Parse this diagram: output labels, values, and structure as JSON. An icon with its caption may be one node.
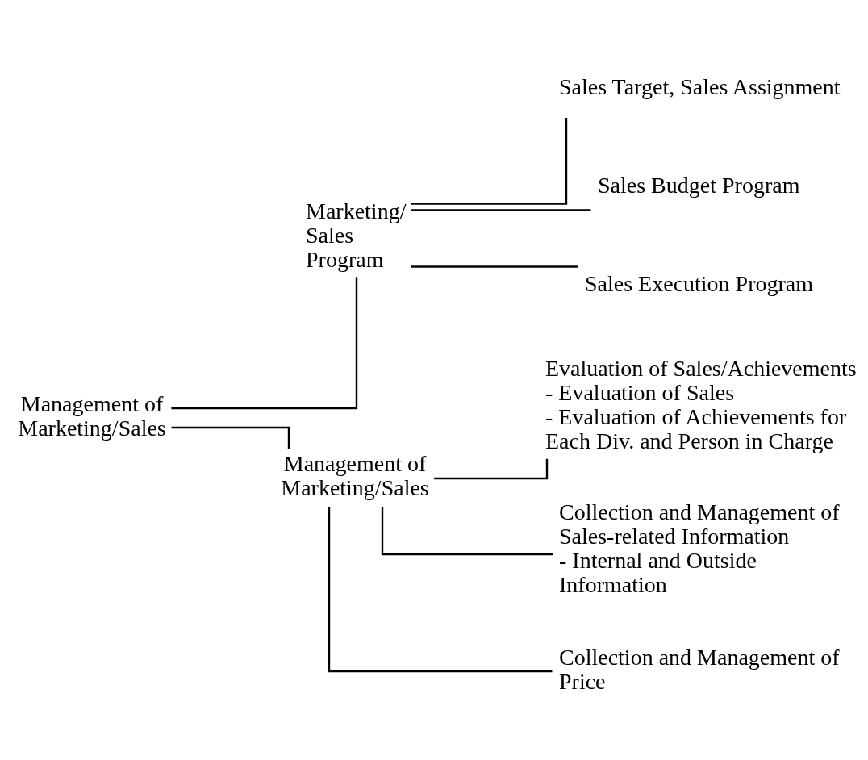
{
  "diagram": {
    "nodes": [
      {
        "text": [
          "Management of Marketing/Sales"
        ]
      },
      {
        "text": [
          "Marketing/ Sales Program"
        ]
      },
      {
        "text": [
          "Sales Target, Sales Assignment"
        ]
      },
      {
        "text": [
          "Sales Budget Program"
        ]
      },
      {
        "text": [
          "Sales Execution Program"
        ]
      },
      {
        "text": [
          "Management of Marketing/Sales"
        ]
      },
      {
        "text": [
          "Evaluation of Sales/Achievements",
          "- Evaluation of Sales",
          "- Evaluation of Achievements for Each Div. and Person in Charge"
        ]
      },
      {
        "text": [
          "Collection and Management of Sales-related Information",
          "- Internal and Outside Information"
        ]
      },
      {
        "text": [
          "Collection and Management of Price"
        ]
      }
    ],
    "edges": [
      {
        "from": 0,
        "to": 1,
        "arrow": "none"
      },
      {
        "from": 0,
        "to": 5,
        "arrow": "none"
      },
      {
        "from": 1,
        "to": 2,
        "arrow": "none"
      },
      {
        "from": 1,
        "to": 3,
        "arrow": "none"
      },
      {
        "from": 1,
        "to": 4,
        "arrow": "none"
      },
      {
        "from": 5,
        "to": 6,
        "arrow": "none"
      },
      {
        "from": 5,
        "to": 7,
        "arrow": "none"
      },
      {
        "from": 5,
        "to": 8,
        "arrow": "none"
      }
    ]
  }
}
